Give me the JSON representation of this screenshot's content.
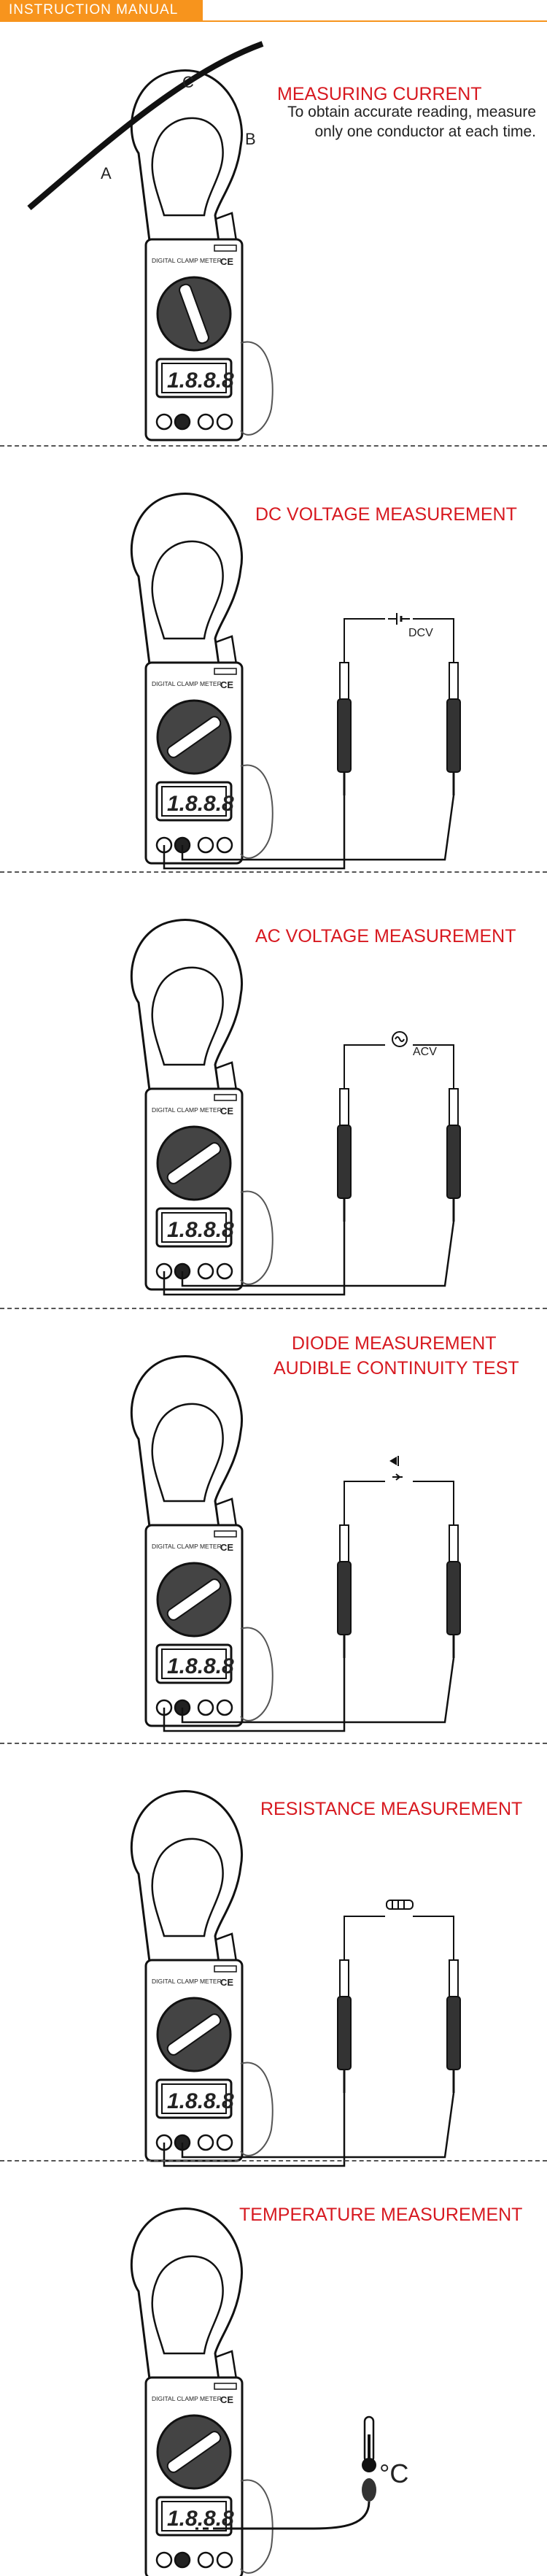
{
  "header": {
    "title": "INSTRUCTION MANUAL",
    "color": "#f7941d"
  },
  "accent_color": "#d71920",
  "device": {
    "brand_label": "DIGITAL CLAMP METER",
    "display_text": "1.8.8.8",
    "mark": "CE"
  },
  "sections": [
    {
      "id": "current",
      "title_lines": [
        "MEASURING CURRENT"
      ],
      "note": "To obtain accurate reading, measure only one conductor at each time.",
      "labels": {
        "a": "A",
        "b": "B",
        "c": "C"
      }
    },
    {
      "id": "dc",
      "title_lines": [
        "DC VOLTAGE MEASUREMENT"
      ],
      "source_label": "DCV"
    },
    {
      "id": "ac",
      "title_lines": [
        "AC VOLTAGE MEASUREMENT"
      ],
      "source_label": "ACV"
    },
    {
      "id": "diode",
      "title_lines": [
        "DIODE MEASUREMENT",
        "AUDIBLE CONTINUITY TEST"
      ]
    },
    {
      "id": "resistance",
      "title_lines": [
        "RESISTANCE MEASUREMENT"
      ]
    },
    {
      "id": "temperature",
      "title_lines": [
        "TEMPERATURE MEASUREMENT"
      ],
      "unit": "°C"
    }
  ]
}
